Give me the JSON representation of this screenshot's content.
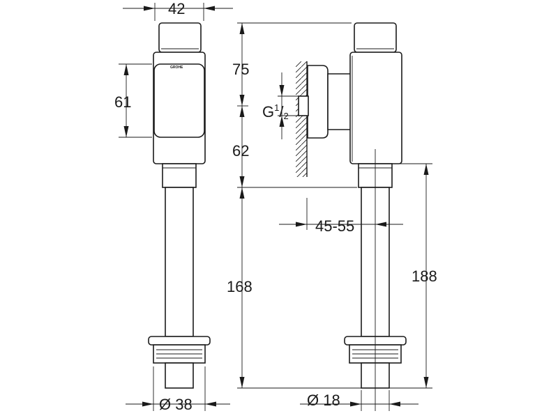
{
  "drawing": {
    "logo_text": "GROHE",
    "dimensions": {
      "width_42": "42",
      "height_75": "75",
      "height_61": "61",
      "thread_g": "G",
      "thread_num": "1",
      "thread_slash": "/",
      "thread_den": "2",
      "height_62": "62",
      "wall_45_55": "45-55",
      "height_168": "168",
      "height_188": "188",
      "dia_38": "Ø 38",
      "dia_18": "Ø 18"
    },
    "colors": {
      "line": "#1a1a1a",
      "background": "#ffffff"
    }
  }
}
